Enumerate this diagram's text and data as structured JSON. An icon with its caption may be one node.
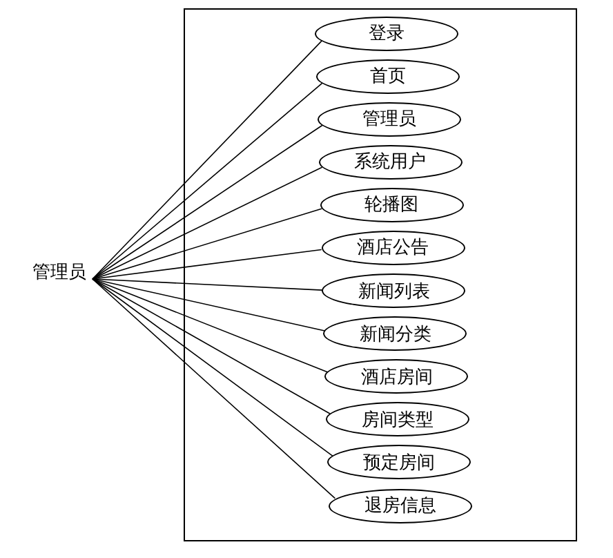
{
  "diagram": {
    "nodes": [
      {
        "text": [
          "管理员"
        ]
      },
      {
        "text": [],
        "shape": "box"
      },
      {
        "text": [
          "登录"
        ],
        "in": 1
      },
      {
        "text": [
          "首页"
        ],
        "in": 1
      },
      {
        "text": [
          "管理员"
        ],
        "in": 1
      },
      {
        "text": [
          "系统用户"
        ],
        "in": 1
      },
      {
        "text": [
          "轮播图"
        ],
        "in": 1
      },
      {
        "text": [
          "酒店公告"
        ],
        "in": 1
      },
      {
        "text": [
          "新闻列表"
        ],
        "in": 1
      },
      {
        "text": [
          "新闻分类"
        ],
        "in": 1
      },
      {
        "text": [
          "酒店房间"
        ],
        "in": 1
      },
      {
        "text": [
          "房间类型"
        ],
        "in": 1
      },
      {
        "text": [
          "预定房间"
        ],
        "in": 1
      },
      {
        "text": [
          "退房信息"
        ],
        "in": 1
      }
    ],
    "edges": [
      {
        "from": 0,
        "to": 2,
        "arrow": "none"
      },
      {
        "from": 0,
        "to": 3,
        "arrow": "none"
      },
      {
        "from": 0,
        "to": 4,
        "arrow": "none"
      },
      {
        "from": 0,
        "to": 5,
        "arrow": "none"
      },
      {
        "from": 0,
        "to": 6,
        "arrow": "none"
      },
      {
        "from": 0,
        "to": 7,
        "arrow": "none"
      },
      {
        "from": 0,
        "to": 8,
        "arrow": "none"
      },
      {
        "from": 0,
        "to": 9,
        "arrow": "none"
      },
      {
        "from": 0,
        "to": 10,
        "arrow": "none"
      },
      {
        "from": 0,
        "to": 11,
        "arrow": "none"
      },
      {
        "from": 0,
        "to": 12,
        "arrow": "none"
      },
      {
        "from": 0,
        "to": 13,
        "arrow": "none"
      }
    ]
  }
}
